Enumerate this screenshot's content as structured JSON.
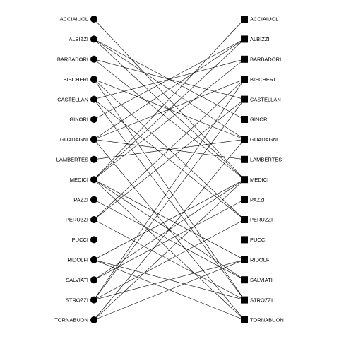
{
  "chart_data": {
    "type": "bipartite-graph",
    "left_nodes": [
      "ACCIAIUOL",
      "ALBIZZI",
      "BARBADORI",
      "BISCHERI",
      "CASTELLAN",
      "GINORI",
      "GUADAGNI",
      "LAMBERTES",
      "MEDICI",
      "PAZZI",
      "PERUZZI",
      "PUCCI",
      "RIDOLFI",
      "SALVIATI",
      "STROZZI",
      "TORNABUON"
    ],
    "right_nodes": [
      "ACCIAIUOL",
      "ALBIZZI",
      "BARBADORI",
      "BISCHERI",
      "CASTELLAN",
      "GINORI",
      "GUADAGNI",
      "LAMBERTES",
      "MEDICI",
      "PAZZI",
      "PERUZZI",
      "PUCCI",
      "RIDOLFI",
      "SALVIATI",
      "STROZZI",
      "TORNABUON"
    ],
    "left_marker": "circle",
    "right_marker": "square",
    "edges": [
      [
        "ACCIAIUOL",
        "MEDICI"
      ],
      [
        "ALBIZZI",
        "GINORI"
      ],
      [
        "ALBIZZI",
        "GUADAGNI"
      ],
      [
        "ALBIZZI",
        "MEDICI"
      ],
      [
        "BARBADORI",
        "CASTELLAN"
      ],
      [
        "BARBADORI",
        "MEDICI"
      ],
      [
        "BISCHERI",
        "GUADAGNI"
      ],
      [
        "BISCHERI",
        "PERUZZI"
      ],
      [
        "BISCHERI",
        "STROZZI"
      ],
      [
        "CASTELLAN",
        "BARBADORI"
      ],
      [
        "CASTELLAN",
        "PERUZZI"
      ],
      [
        "CASTELLAN",
        "STROZZI"
      ],
      [
        "GINORI",
        "ALBIZZI"
      ],
      [
        "GUADAGNI",
        "ALBIZZI"
      ],
      [
        "GUADAGNI",
        "BISCHERI"
      ],
      [
        "GUADAGNI",
        "LAMBERTES"
      ],
      [
        "GUADAGNI",
        "TORNABUON"
      ],
      [
        "LAMBERTES",
        "GUADAGNI"
      ],
      [
        "MEDICI",
        "ACCIAIUOL"
      ],
      [
        "MEDICI",
        "ALBIZZI"
      ],
      [
        "MEDICI",
        "BARBADORI"
      ],
      [
        "MEDICI",
        "RIDOLFI"
      ],
      [
        "MEDICI",
        "SALVIATI"
      ],
      [
        "MEDICI",
        "TORNABUON"
      ],
      [
        "PAZZI",
        "SALVIATI"
      ],
      [
        "PERUZZI",
        "BISCHERI"
      ],
      [
        "PERUZZI",
        "CASTELLAN"
      ],
      [
        "PERUZZI",
        "STROZZI"
      ],
      [
        "RIDOLFI",
        "MEDICI"
      ],
      [
        "RIDOLFI",
        "STROZZI"
      ],
      [
        "RIDOLFI",
        "TORNABUON"
      ],
      [
        "SALVIATI",
        "MEDICI"
      ],
      [
        "SALVIATI",
        "PAZZI"
      ],
      [
        "STROZZI",
        "BISCHERI"
      ],
      [
        "STROZZI",
        "CASTELLAN"
      ],
      [
        "STROZZI",
        "PERUZZI"
      ],
      [
        "STROZZI",
        "RIDOLFI"
      ],
      [
        "TORNABUON",
        "GUADAGNI"
      ],
      [
        "TORNABUON",
        "MEDICI"
      ],
      [
        "TORNABUON",
        "RIDOLFI"
      ]
    ]
  }
}
